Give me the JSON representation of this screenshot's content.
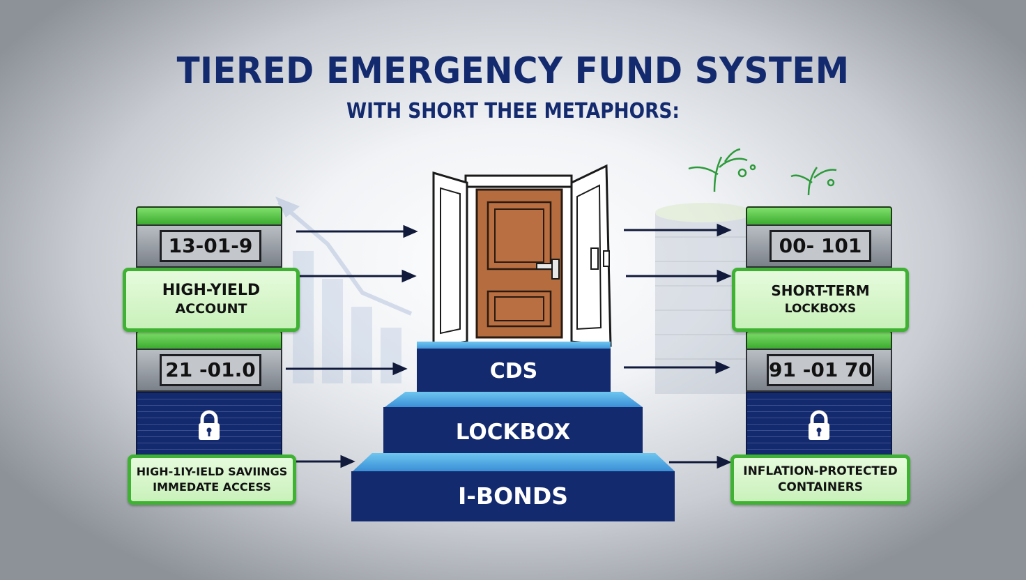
{
  "title": "TIERED EMERGENCY FUND SYSTEM",
  "subtitle": "WITH SHORT THEE METAPHORS:",
  "left": {
    "code_top": "13-01-9",
    "card_top": [
      "HIGH-YIELD",
      "ACCOUNT"
    ],
    "code_bottom": "21 -01.0",
    "card_bottom": [
      "HIGH-1IY-IELD SAVIINGS",
      "IMMEDATE ACCESS"
    ]
  },
  "right": {
    "code_top": "00- 101",
    "card_top": [
      "SHORT-TERM",
      "LOCKBOXS"
    ],
    "code_bottom": "91 -01 70",
    "card_bottom": [
      "INFLATION-PROTECTED",
      "CONTAINERS"
    ]
  },
  "steps": {
    "top": "CDS",
    "middle": "LOCKBOX",
    "bottom": "I-BONDS"
  },
  "colors": {
    "navy": "#142a6e",
    "green": "#3fb233",
    "door": "#b56c3e"
  },
  "icons": [
    "door-icon",
    "lock-icon",
    "arrow-right-icon",
    "plant-sprout-icon",
    "coin-stack-icon",
    "growth-chart-icon"
  ]
}
